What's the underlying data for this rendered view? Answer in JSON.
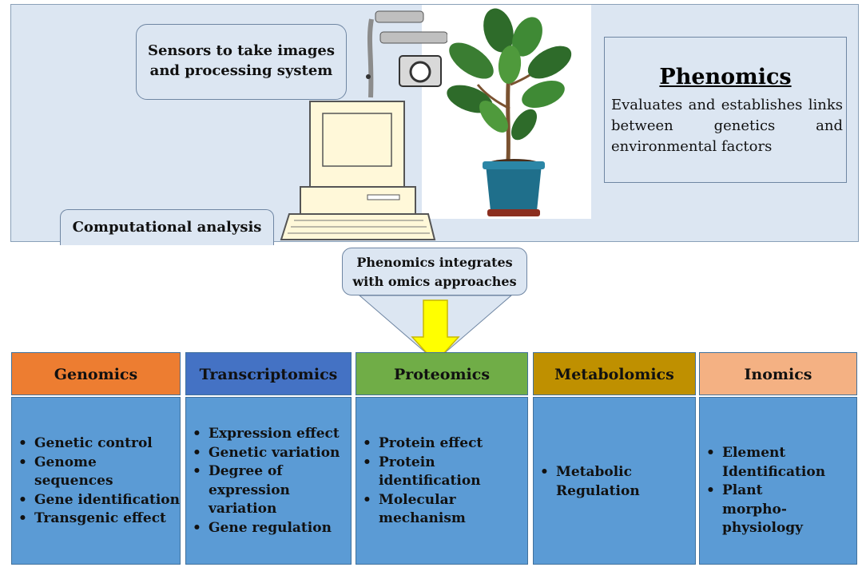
{
  "top": {
    "sensors_line1": "Sensors to take images",
    "sensors_line2": "and processing system",
    "computational": "Computational analysis",
    "phenomics_title": "Phenomics",
    "phenomics_desc": "Evaluates and establishes links between genetics and environmental factors"
  },
  "integrate": {
    "line1": "Phenomics integrates",
    "line2": "with omics approaches"
  },
  "colors": {
    "genomics": "#ed7d31",
    "transcriptomics": "#4472c4",
    "proteomics": "#70ad47",
    "metabolomics": "#bf9000",
    "inomics": "#f4b183",
    "arrow": "#ffff00",
    "body": "#5b9bd5"
  },
  "columns": [
    {
      "title": "Genomics",
      "items": [
        "Genetic control",
        "Genome sequences",
        "Gene identification",
        "Transgenic effect"
      ]
    },
    {
      "title": "Transcriptomics",
      "items": [
        "Expression effect",
        "Genetic variation",
        "Degree of expression variation",
        "Gene regulation"
      ]
    },
    {
      "title": "Proteomics",
      "items": [
        "Protein effect",
        "Protein identification",
        "Molecular mechanism"
      ]
    },
    {
      "title": "Metabolomics",
      "items": [
        "Metabolic Regulation"
      ]
    },
    {
      "title": "Inomics",
      "items": [
        "Element Identification",
        "Plant morpho-physiology"
      ]
    }
  ]
}
